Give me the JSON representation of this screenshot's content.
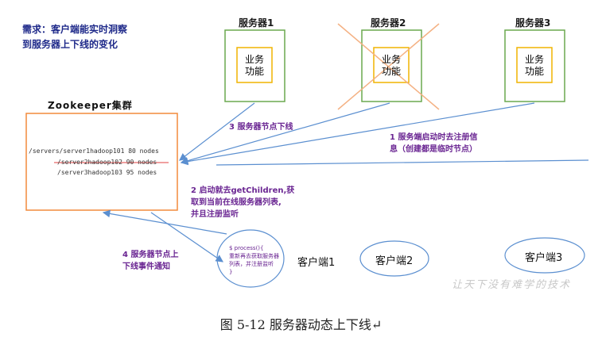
{
  "requirement": {
    "line1": "需求：客户端能实时洞察",
    "line2": "到服务器上下线的变化"
  },
  "servers": [
    {
      "title": "服务器1",
      "func_line1": "业务",
      "func_line2": "功能",
      "offline": false
    },
    {
      "title": "服务器2",
      "func_line1": "业务",
      "func_line2": "功能",
      "offline": true
    },
    {
      "title": "服务器3",
      "func_line1": "业务",
      "func_line2": "功能",
      "offline": false
    }
  ],
  "zookeeper": {
    "title": "Zookeeper集群",
    "nodes": [
      "/servers/server1hadoop101 80 nodes",
      "/server2hadoop102 90 nodes",
      "/server3hadoop103 95 nodes"
    ]
  },
  "annotations": {
    "step1_line1": "1 服务端启动时去注册信",
    "step1_line2": "息（创建都是临时节点）",
    "step2_line1": "2 启动就去getChildren,获",
    "step2_line2": "取到当前在线服务器列表,",
    "step2_line3": "并且注册监听",
    "step3": "3 服务器节点下线",
    "step4_line1": "4 服务器节点上",
    "step4_line2": "下线事件通知"
  },
  "process_box": {
    "line1": "$ process(){",
    "line2": "重新再去获取服务器",
    "line3": "列表，并注册监听",
    "line4": "}"
  },
  "clients": [
    "客户端1",
    "客户端2",
    "客户端3"
  ],
  "watermark": "让天下没有难学的技术",
  "caption": "图 5-12 服务器动态上下线↵",
  "colors": {
    "server_box": "#6aa84f",
    "func_box": "#f0b400",
    "zk_box": "#f28a3c",
    "arrow": "#5b8fd0",
    "cross": "#f4b183",
    "purple_text": "#6a2592",
    "client_ellipse": "#5b8fd0",
    "strike": "#e04040"
  }
}
